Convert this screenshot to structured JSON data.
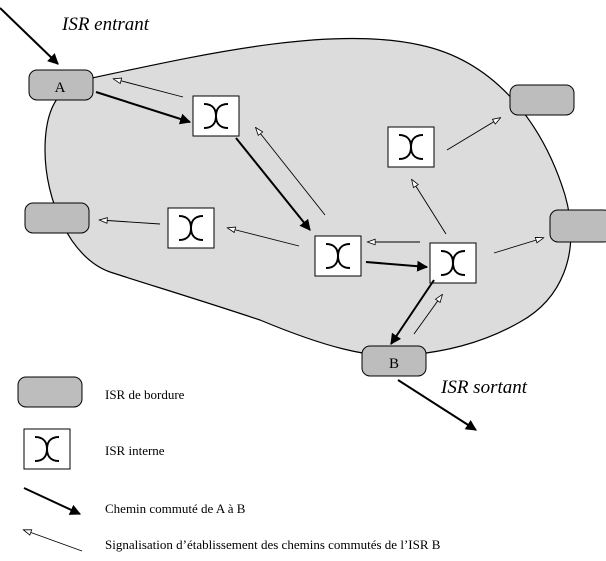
{
  "labels": {
    "isr_entrant": "ISR entrant",
    "isr_sortant": "ISR sortant",
    "node_a": "A",
    "node_b": "B"
  },
  "legend": {
    "border": "ISR de bordure",
    "internal": "ISR interne",
    "switched_path": "Chemin commuté de A à B",
    "signaling": "Signalisation d’établissement des chemins commutés de l’ISR B"
  },
  "colors": {
    "cloud_fill": "#dcdcdc",
    "border_isr_fill": "#bdbdbd",
    "stroke": "#000000",
    "background": "#ffffff"
  },
  "icons": {
    "internal_isr": "switch-x-icon",
    "border_isr": "rounded-rect-icon"
  }
}
